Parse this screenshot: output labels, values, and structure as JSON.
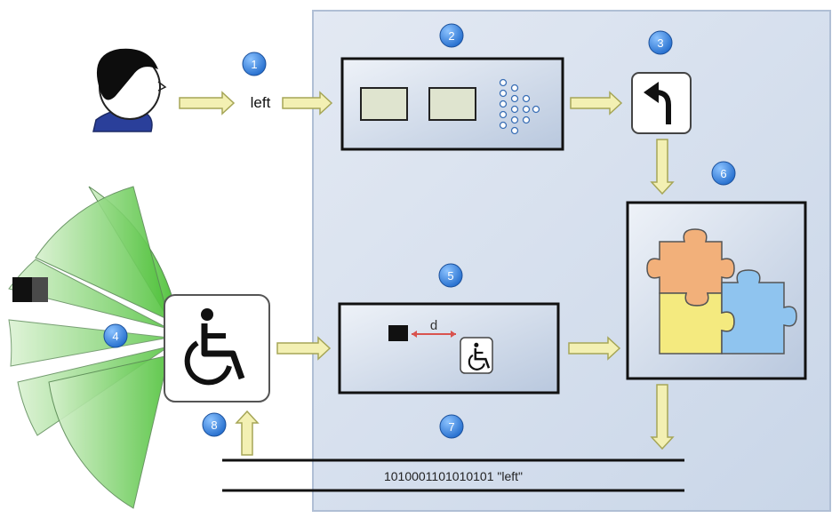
{
  "speech": {
    "word": "left"
  },
  "steps": [
    "1",
    "2",
    "3",
    "4",
    "5",
    "6",
    "7",
    "8"
  ],
  "distance_label": "d",
  "bus_message": "1010001101010101 \"left\"",
  "colors": {
    "panel": "#d9e2ef",
    "box_fill": "#dbe3ef",
    "badge": "#2f7fd6",
    "arrow_fill": "#f3f0b3",
    "arrow_stroke": "#a6a657",
    "sensor": "#8fd16a",
    "puzzle_orange": "#f2b07a",
    "puzzle_yellow": "#f4ea7f",
    "puzzle_blue": "#8fc4ef"
  },
  "icons": [
    "person-head-icon",
    "wheelchair-icon",
    "turn-left-arrow-icon",
    "puzzle-icon",
    "obstacle-icon",
    "sensor-fan-icon"
  ]
}
